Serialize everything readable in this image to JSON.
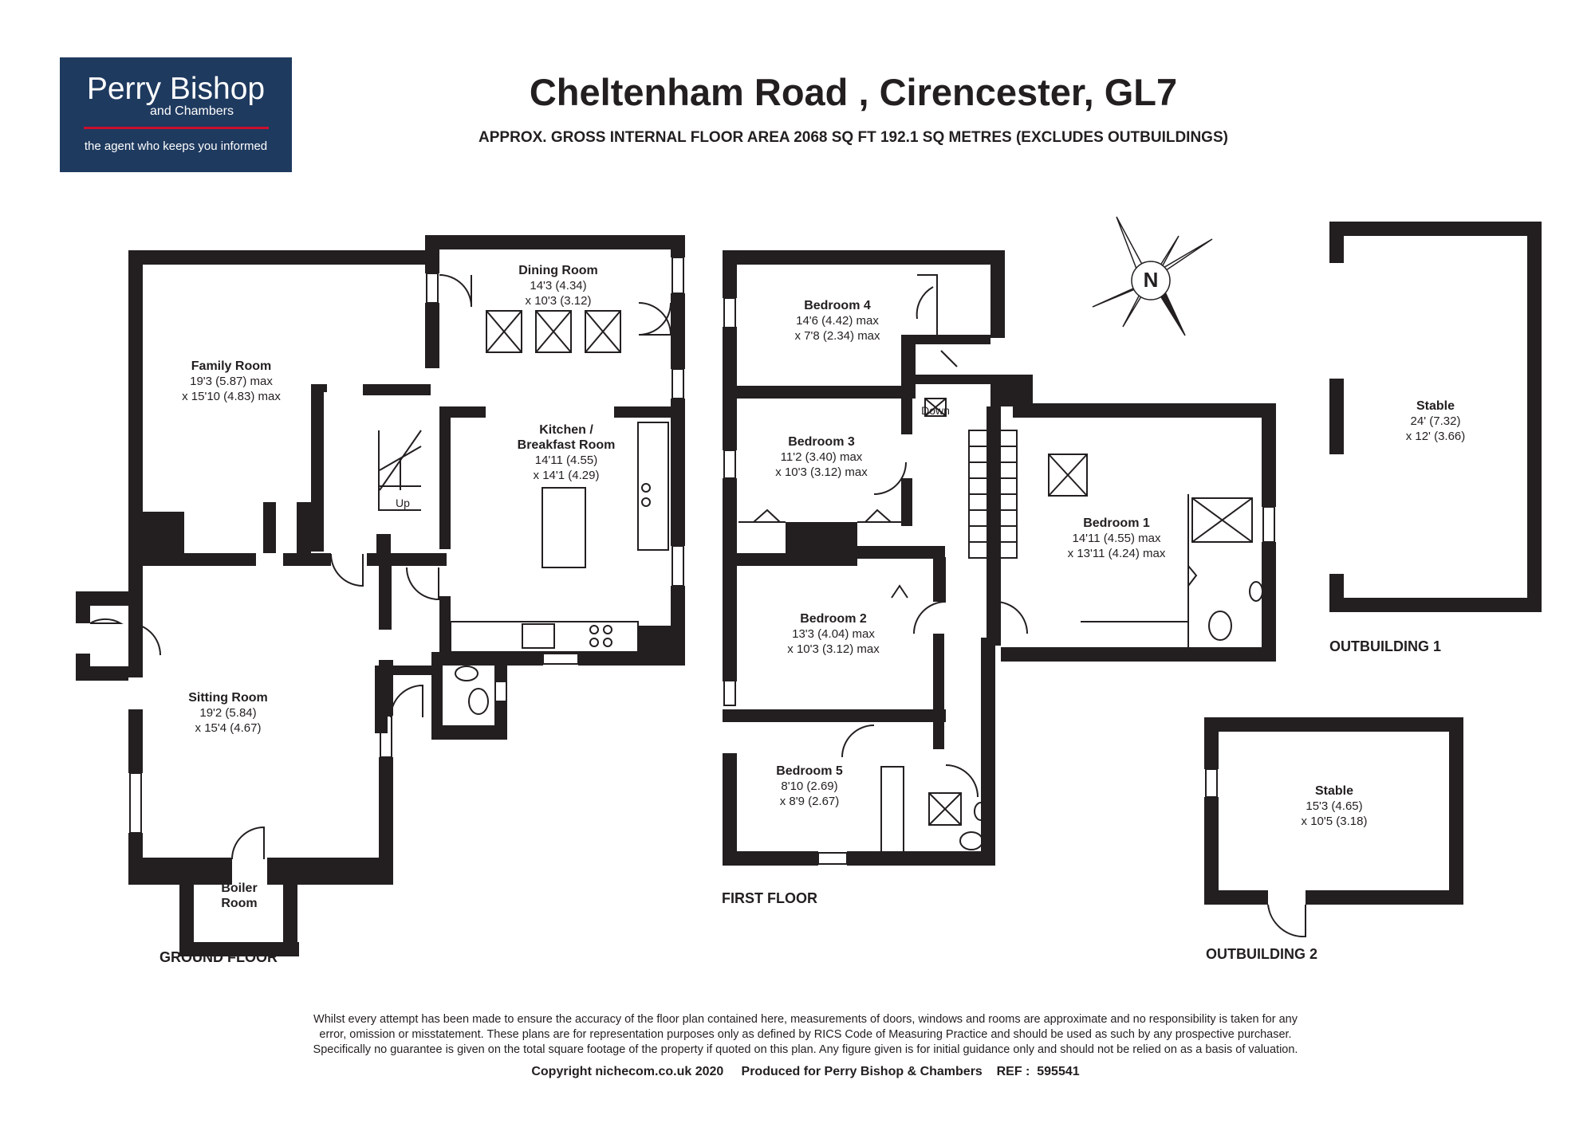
{
  "logo": {
    "brand": "Perry Bishop",
    "brand_sub": "and Chambers",
    "tagline": "the agent who keeps you informed",
    "background": "#1f3a5f",
    "accent": "#c8102e"
  },
  "title": "Cheltenham Road , Cirencester, GL7",
  "subtitle": "APPROX. GROSS INTERNAL FLOOR AREA 2068 SQ FT 192.1 SQ METRES (EXCLUDES OUTBUILDINGS)",
  "compass": {
    "label": "N",
    "icon": "compass-rose-icon"
  },
  "rooms": {
    "dining": {
      "name": "Dining Room",
      "dim1": "14'3 (4.34)",
      "dim2": "x 10'3 (3.12)"
    },
    "family": {
      "name": "Family Room",
      "dim1": "19'3 (5.87) max",
      "dim2": "x 15'10 (4.83) max"
    },
    "kitchen": {
      "name": "Kitchen /",
      "name2": "Breakfast Room",
      "dim1": "14'11 (4.55)",
      "dim2": "x 14'1 (4.29)"
    },
    "sitting": {
      "name": "Sitting Room",
      "dim1": "19'2 (5.84)",
      "dim2": "x 15'4 (4.67)"
    },
    "boiler": {
      "name": "Boiler",
      "name2": "Room"
    },
    "bed4": {
      "name": "Bedroom 4",
      "dim1": "14'6 (4.42) max",
      "dim2": "x 7'8 (2.34) max"
    },
    "bed3": {
      "name": "Bedroom 3",
      "dim1": "11'2 (3.40) max",
      "dim2": "x 10'3 (3.12) max"
    },
    "bed2": {
      "name": "Bedroom 2",
      "dim1": "13'3 (4.04) max",
      "dim2": "x 10'3 (3.12) max"
    },
    "bed5": {
      "name": "Bedroom 5",
      "dim1": "8'10 (2.69)",
      "dim2": "x 8'9 (2.67)"
    },
    "bed1": {
      "name": "Bedroom 1",
      "dim1": "14'11 (4.55) max",
      "dim2": "x 13'11 (4.24) max"
    },
    "stable1": {
      "name": "Stable",
      "dim1": "24' (7.32)",
      "dim2": "x 12' (3.66)"
    },
    "stable2": {
      "name": "Stable",
      "dim1": "15'3 (4.65)",
      "dim2": "x 10'5 (3.18)"
    }
  },
  "stairs": {
    "up": "Up",
    "down": "Down"
  },
  "floor_labels": {
    "ground": "GROUND FLOOR",
    "first": "FIRST FLOOR",
    "out1": "OUTBUILDING 1",
    "out2": "OUTBUILDING 2"
  },
  "disclaimer": {
    "line1": "Whilst every attempt has been made to ensure the accuracy of the floor plan contained here, measurements of doors, windows and rooms are approximate and no responsibility is taken for any",
    "line2": "error, omission or misstatement. These plans are for representation purposes only as defined by RICS Code of Measuring Practice and should be used as such by any prospective purchaser.",
    "line3": "Specifically no guarantee is given on the total square footage of the property if quoted on this plan. Any figure given is for initial guidance only and should not be relied on as a basis of valuation."
  },
  "footer": "Copyright nichecom.co.uk 2020     Produced for Perry Bishop & Chambers    REF :  595541",
  "colors": {
    "wall": "#231f20",
    "background": "#ffffff"
  }
}
